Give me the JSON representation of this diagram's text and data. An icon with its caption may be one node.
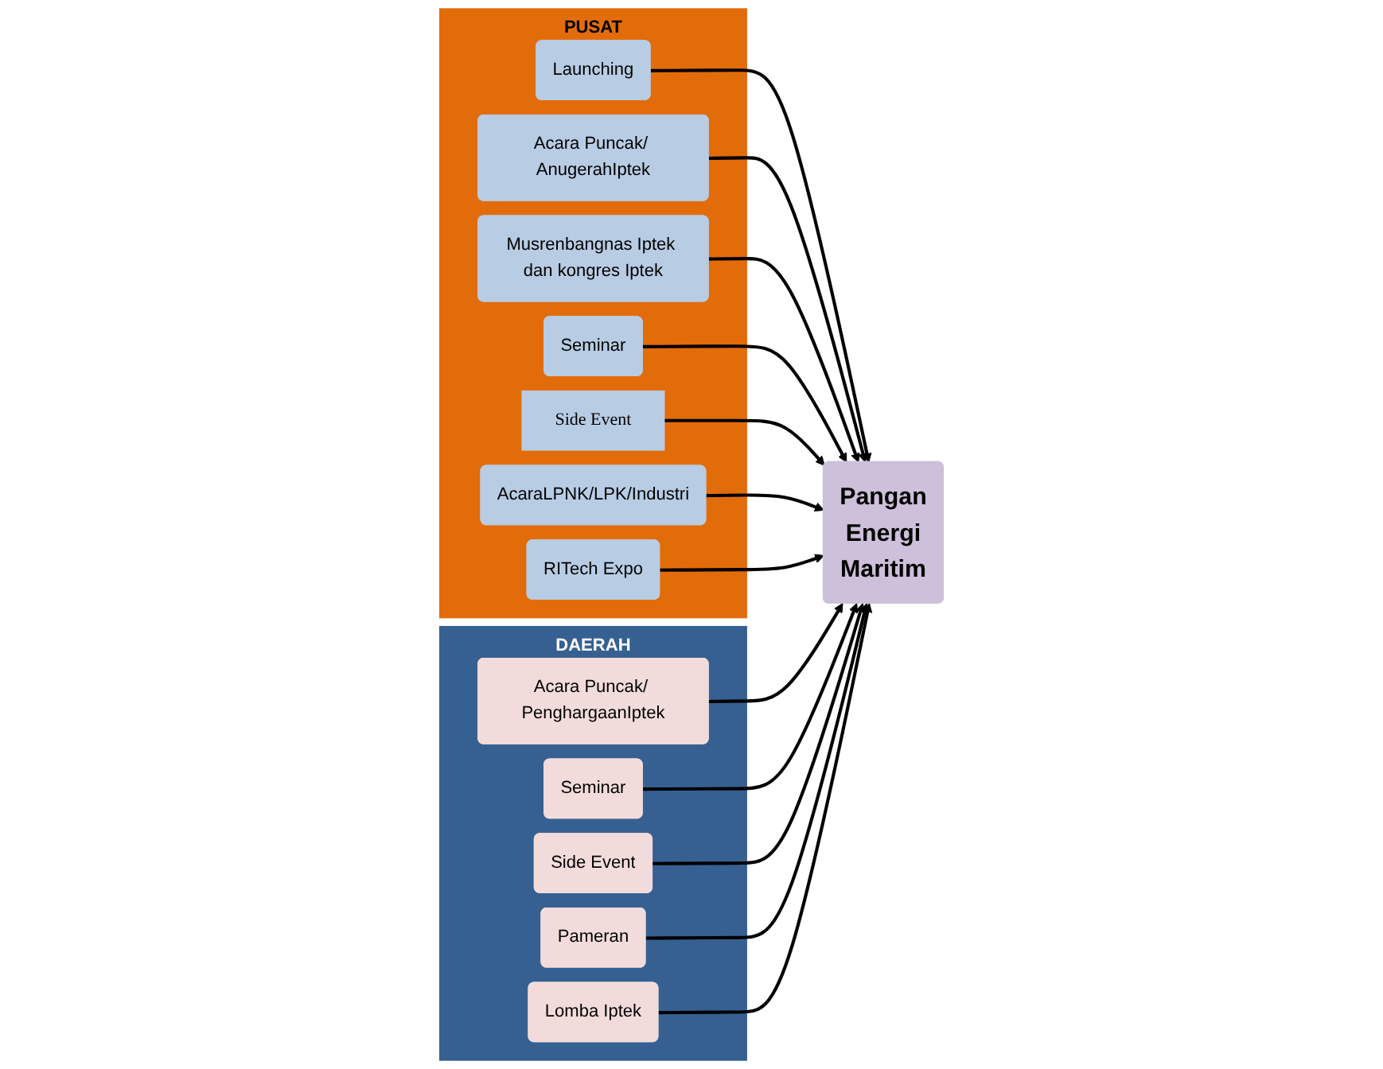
{
  "diagram": {
    "nodes": [
      {
        "text": [
          "PUSAT"
        ]
      },
      {
        "text": [
          "Launching"
        ],
        "in": 0
      },
      {
        "text": [
          "Acara Puncak/ AnugerahIptek"
        ],
        "in": 0
      },
      {
        "text": [
          "Musrenbangnas Iptek dan kongres Iptek"
        ],
        "in": 0
      },
      {
        "text": [
          "Seminar"
        ],
        "in": 0
      },
      {
        "text": [
          "Side Event"
        ],
        "in": 0
      },
      {
        "text": [
          "AcaraLPNK/LPK/Industri"
        ],
        "in": 0
      },
      {
        "text": [
          "RITech Expo"
        ],
        "in": 0
      },
      {
        "text": [
          "Pangan",
          "Energi",
          "Maritim"
        ]
      },
      {
        "text": [
          "DAERAH"
        ]
      },
      {
        "text": [
          "Acara Puncak/ PenghargaanIptek"
        ],
        "in": 9
      },
      {
        "text": [
          "Seminar"
        ],
        "in": 9
      },
      {
        "text": [
          "Side Event"
        ],
        "in": 9
      },
      {
        "text": [
          "Pameran"
        ],
        "in": 9
      },
      {
        "text": [
          "Lomba Iptek"
        ],
        "in": 9
      }
    ],
    "edges": [
      {
        "from": 1,
        "to": 8,
        "arrow": "to"
      },
      {
        "from": 2,
        "to": 8,
        "arrow": "to"
      },
      {
        "from": 3,
        "to": 8,
        "arrow": "to"
      },
      {
        "from": 4,
        "to": 8,
        "arrow": "to"
      },
      {
        "from": 5,
        "to": 8,
        "arrow": "to"
      },
      {
        "from": 6,
        "to": 8,
        "arrow": "to"
      },
      {
        "from": 7,
        "to": 8,
        "arrow": "to"
      },
      {
        "from": 10,
        "to": 8,
        "arrow": "to"
      },
      {
        "from": 11,
        "to": 8,
        "arrow": "to"
      },
      {
        "from": 12,
        "to": 8,
        "arrow": "to"
      },
      {
        "from": 13,
        "to": 8,
        "arrow": "to"
      },
      {
        "from": 14,
        "to": 8,
        "arrow": "to"
      }
    ]
  }
}
